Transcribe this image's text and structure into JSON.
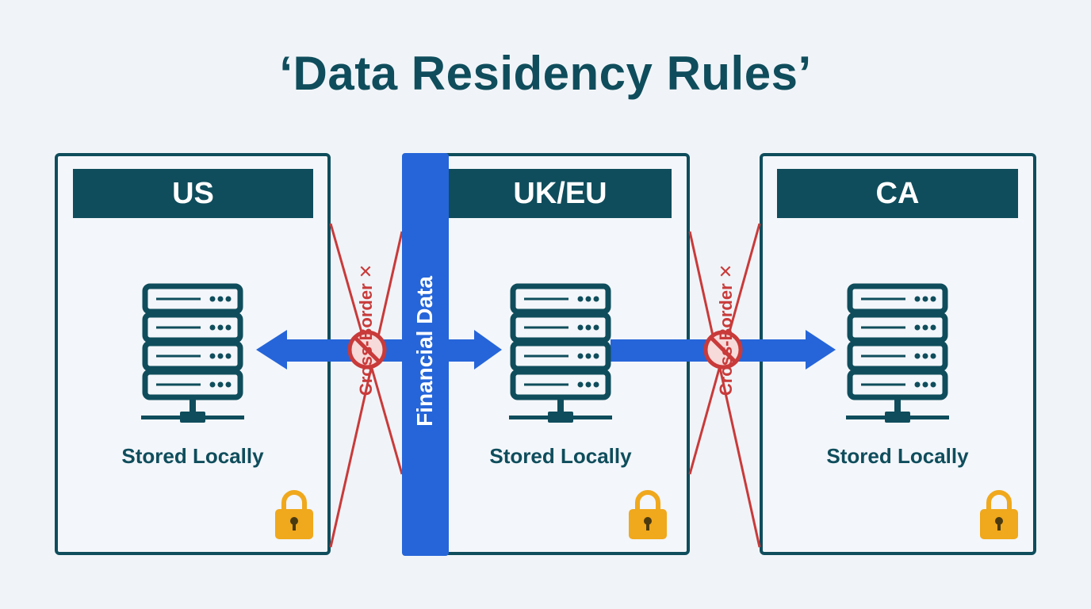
{
  "title": "‘Data Residency Rules’",
  "regions": [
    {
      "name": "US",
      "storage_label": "Stored Locally"
    },
    {
      "name": "UK/EU",
      "storage_label": "Stored Locally"
    },
    {
      "name": "CA",
      "storage_label": "Stored Locally"
    }
  ],
  "flow_label": "Financial Data",
  "cross_border_label": "Cross-Border ✕",
  "colors": {
    "primary": "#0f4d5c",
    "flow": "#2565d9",
    "blocked": "#c93a3a",
    "lock": "#f0a81c",
    "background": "#f0f4f8"
  },
  "icons": [
    "server-icon",
    "lock-icon",
    "prohibited-icon",
    "arrow-icon"
  ]
}
